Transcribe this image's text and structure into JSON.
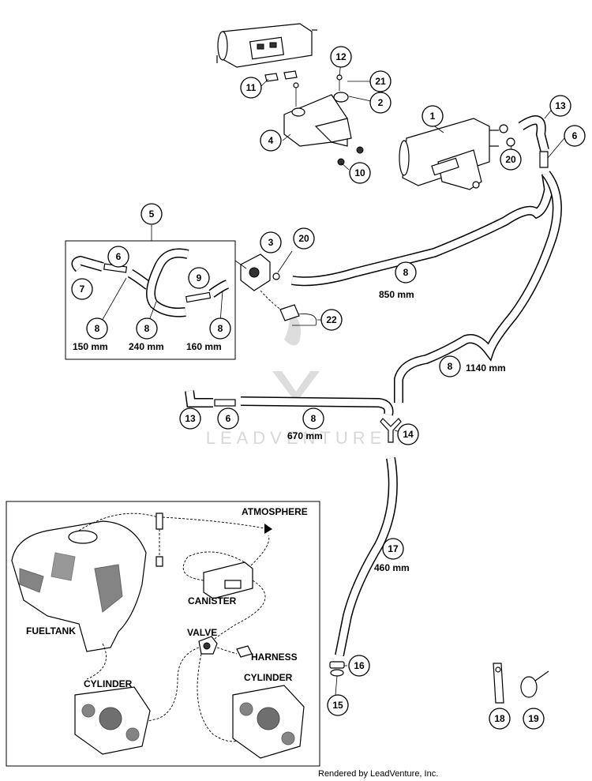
{
  "callouts": [
    {
      "id": "c1",
      "label": "1"
    },
    {
      "id": "c2",
      "label": "2"
    },
    {
      "id": "c3",
      "label": "3"
    },
    {
      "id": "c4",
      "label": "4"
    },
    {
      "id": "c5",
      "label": "5"
    },
    {
      "id": "c6a",
      "label": "6"
    },
    {
      "id": "c6b",
      "label": "6"
    },
    {
      "id": "c6c",
      "label": "6"
    },
    {
      "id": "c7",
      "label": "7"
    },
    {
      "id": "c8a",
      "label": "8"
    },
    {
      "id": "c8b",
      "label": "8"
    },
    {
      "id": "c8c",
      "label": "8"
    },
    {
      "id": "c8d",
      "label": "8"
    },
    {
      "id": "c8e",
      "label": "8"
    },
    {
      "id": "c8f",
      "label": "8"
    },
    {
      "id": "c9",
      "label": "9"
    },
    {
      "id": "c10",
      "label": "10"
    },
    {
      "id": "c11",
      "label": "11"
    },
    {
      "id": "c12",
      "label": "12"
    },
    {
      "id": "c13a",
      "label": "13"
    },
    {
      "id": "c13b",
      "label": "13"
    },
    {
      "id": "c14",
      "label": "14"
    },
    {
      "id": "c15",
      "label": "15"
    },
    {
      "id": "c16",
      "label": "16"
    },
    {
      "id": "c17",
      "label": "17"
    },
    {
      "id": "c18",
      "label": "18"
    },
    {
      "id": "c19",
      "label": "19"
    },
    {
      "id": "c20a",
      "label": "20"
    },
    {
      "id": "c20b",
      "label": "20"
    },
    {
      "id": "c21",
      "label": "21"
    },
    {
      "id": "c22",
      "label": "22"
    }
  ],
  "lengths": {
    "l850": "850 mm",
    "l1140": "1140 mm",
    "l670": "670 mm",
    "l460": "460 mm",
    "l150": "150 mm",
    "l240": "240 mm",
    "l160": "160 mm"
  },
  "schematic": {
    "atmosphere": "ATMOSPHERE",
    "canister": "CANISTER",
    "fueltank": "FUELTANK",
    "valve": "VALVE",
    "harness": "HARNESS",
    "cylinder_left": "CYLINDER",
    "cylinder_right": "CYLINDER"
  },
  "watermark": "LEADVENTURE",
  "footer": "Rendered by LeadVenture, Inc."
}
